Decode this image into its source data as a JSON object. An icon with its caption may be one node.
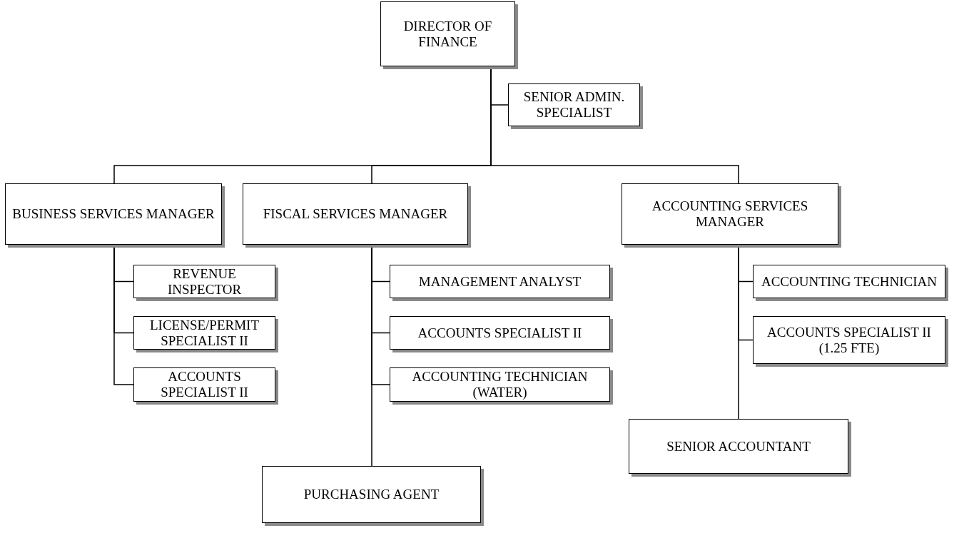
{
  "diagram": {
    "nodes": [
      {
        "text": [
          "DIRECTOR OF FINANCE"
        ]
      },
      {
        "text": [
          "SENIOR ADMIN. SPECIALIST"
        ]
      },
      {
        "text": [
          "BUSINESS SERVICES MANAGER"
        ]
      },
      {
        "text": [
          "FISCAL SERVICES MANAGER"
        ]
      },
      {
        "text": [
          "ACCOUNTING SERVICES MANAGER"
        ]
      },
      {
        "text": [
          "REVENUE INSPECTOR"
        ]
      },
      {
        "text": [
          "LICENSE/PERMIT SPECIALIST II"
        ]
      },
      {
        "text": [
          "ACCOUNTS SPECIALIST II"
        ]
      },
      {
        "text": [
          "MANAGEMENT ANALYST"
        ]
      },
      {
        "text": [
          "ACCOUNTS SPECIALIST II"
        ]
      },
      {
        "text": [
          "ACCOUNTING TECHNICIAN (WATER)"
        ]
      },
      {
        "text": [
          "PURCHASING AGENT"
        ]
      },
      {
        "text": [
          "ACCOUNTING TECHNICIAN"
        ]
      },
      {
        "text": [
          "ACCOUNTS SPECIALIST II (1.25 FTE)"
        ]
      },
      {
        "text": [
          "SENIOR ACCOUNTANT"
        ]
      }
    ],
    "edges": [
      {
        "from": 0,
        "to": 1,
        "arrow": "none"
      },
      {
        "from": 0,
        "to": 2,
        "arrow": "none"
      },
      {
        "from": 0,
        "to": 3,
        "arrow": "none"
      },
      {
        "from": 0,
        "to": 4,
        "arrow": "none"
      },
      {
        "from": 2,
        "to": 5,
        "arrow": "none"
      },
      {
        "from": 2,
        "to": 6,
        "arrow": "none"
      },
      {
        "from": 2,
        "to": 7,
        "arrow": "none"
      },
      {
        "from": 3,
        "to": 8,
        "arrow": "none"
      },
      {
        "from": 3,
        "to": 9,
        "arrow": "none"
      },
      {
        "from": 3,
        "to": 10,
        "arrow": "none"
      },
      {
        "from": 3,
        "to": 11,
        "arrow": "none"
      },
      {
        "from": 4,
        "to": 12,
        "arrow": "none"
      },
      {
        "from": 4,
        "to": 13,
        "arrow": "none"
      },
      {
        "from": 4,
        "to": 14,
        "arrow": "none"
      }
    ]
  }
}
